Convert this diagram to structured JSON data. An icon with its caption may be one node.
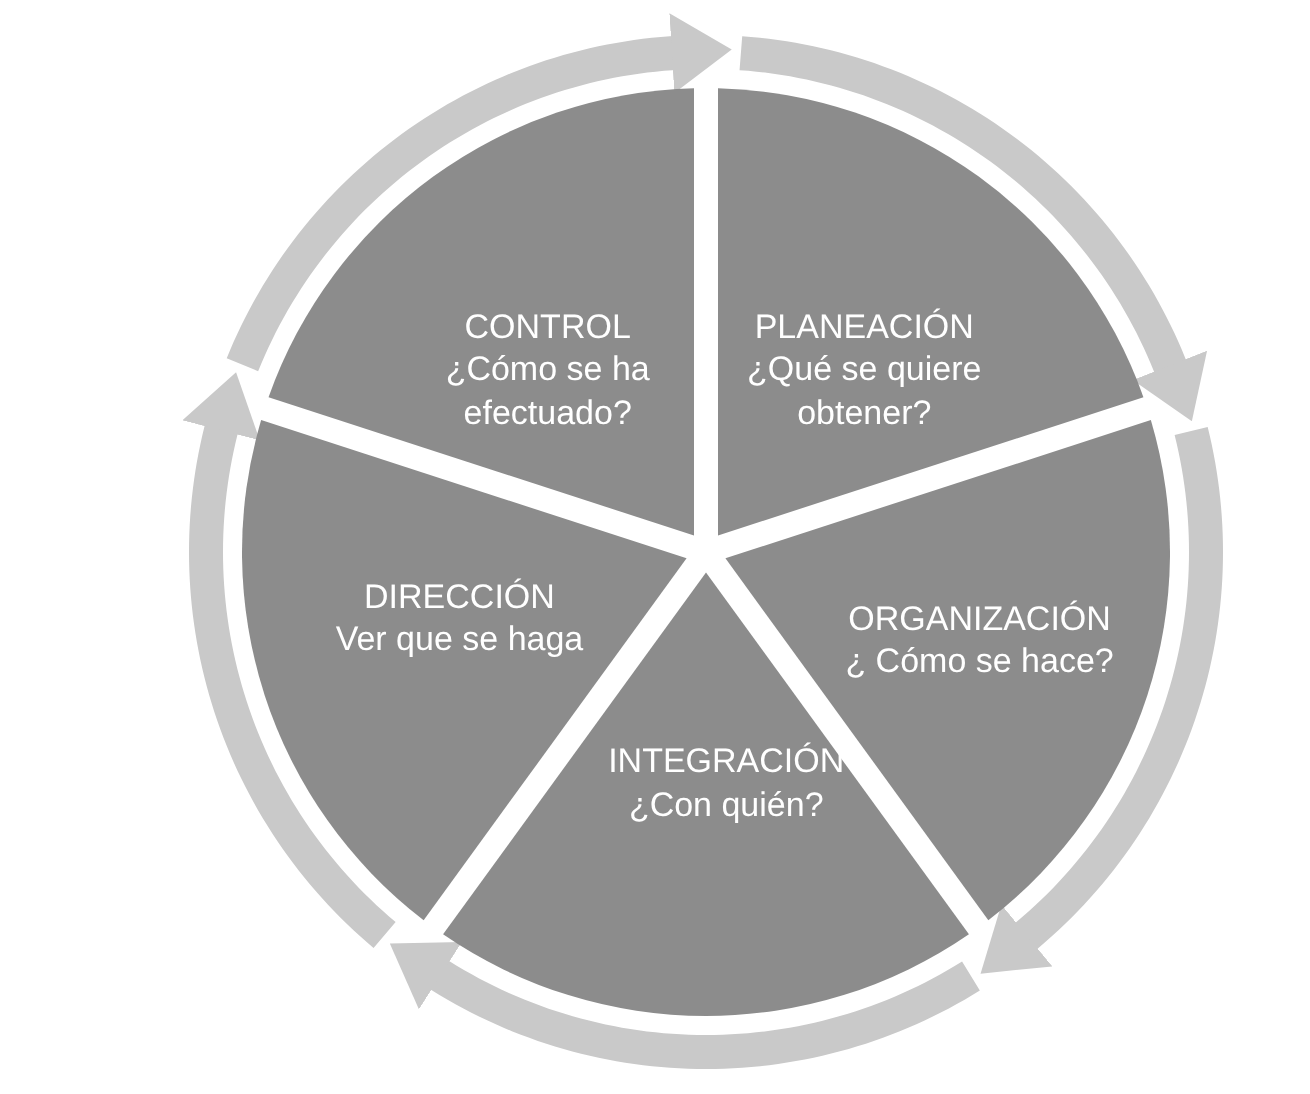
{
  "diagram": {
    "nodes": [
      {
        "text": [
          "PLANEACIÓN",
          "¿Qué se quiere obtener?"
        ]
      },
      {
        "text": [
          "ORGANIZACIÓN",
          "¿ Cómo se hace?"
        ]
      },
      {
        "text": [
          "INTEGRACIÓN",
          "¿Con quién?"
        ]
      },
      {
        "text": [
          "DIRECCIÓN",
          "Ver que se haga"
        ]
      },
      {
        "text": [
          "CONTROL",
          "¿Cómo se ha efectuado?"
        ]
      }
    ]
  }
}
